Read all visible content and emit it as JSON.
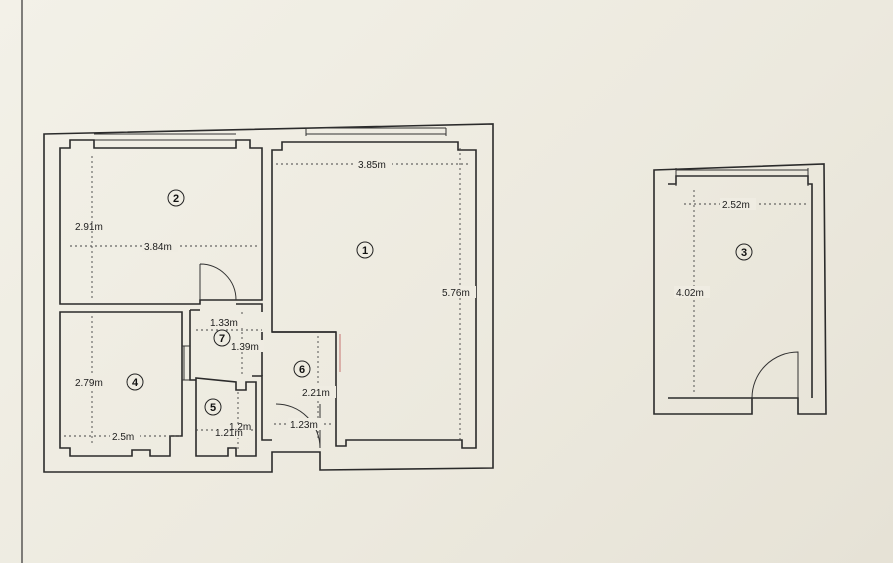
{
  "rooms": [
    {
      "id": "1",
      "number": "1"
    },
    {
      "id": "2",
      "number": "2"
    },
    {
      "id": "3",
      "number": "3"
    },
    {
      "id": "4",
      "number": "4"
    },
    {
      "id": "5",
      "number": "5"
    },
    {
      "id": "6",
      "number": "6"
    },
    {
      "id": "7",
      "number": "7"
    }
  ],
  "dimensions": {
    "room1_width": "3.85m",
    "room1_length": "5.76m",
    "room2_height": "2.91m",
    "room2_width": "3.84m",
    "room3_width": "2.52m",
    "room3_length": "4.02m",
    "room4_height": "2.79m",
    "room4_width": "2.5m",
    "room5_width": "1.21m",
    "room5_height": "1.2m",
    "room6_width": "1.23m",
    "room6_height": "2.21m",
    "room7_width": "1.33m",
    "room7_height": "1.39m"
  }
}
